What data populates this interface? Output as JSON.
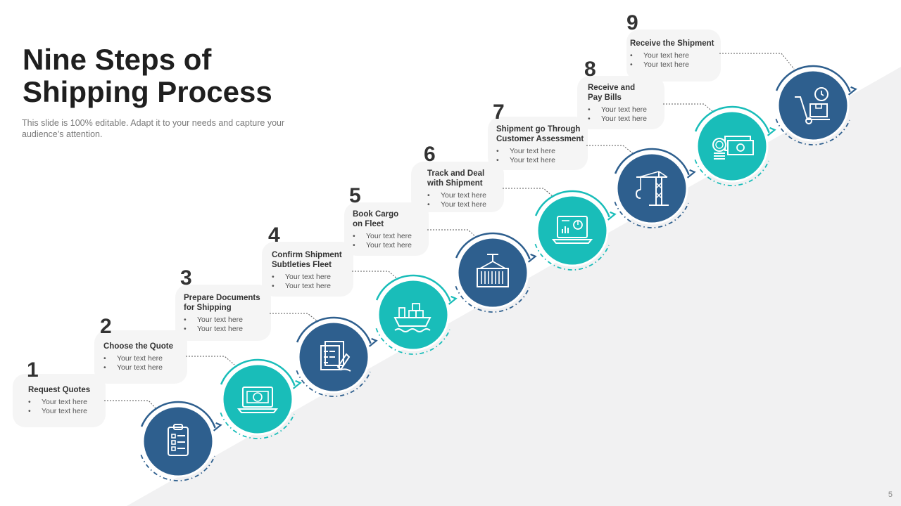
{
  "slide": {
    "title_line1": "Nine Steps of",
    "title_line2": "Shipping Process",
    "subtitle": "This slide is 100% editable. Adapt it to your needs and capture your audience’s attention.",
    "page_number": "5"
  },
  "colors": {
    "navy": "#2E5F8E",
    "teal": "#19BDB9",
    "background_band": "#F1F1F2",
    "card": "#F5F5F5"
  },
  "steps": [
    {
      "number": "1",
      "title": "Request Quotes",
      "bullets": [
        "Your text here",
        "Your text here"
      ],
      "icon": "clipboard-checklist-icon",
      "color": "navy"
    },
    {
      "number": "2",
      "title": "Choose the Quote",
      "bullets": [
        "Your text here",
        "Your text here"
      ],
      "icon": "laptop-cash-icon",
      "color": "teal"
    },
    {
      "number": "3",
      "title": "Prepare Documents\nfor Shipping",
      "bullets": [
        "Your text here",
        "Your text here"
      ],
      "icon": "documents-signing-icon",
      "color": "navy"
    },
    {
      "number": "4",
      "title": "Confirm Shipment\nSubtleties Fleet",
      "bullets": [
        "Your text here",
        "Your text here"
      ],
      "icon": "cargo-ship-icon",
      "color": "teal"
    },
    {
      "number": "5",
      "title": "Book Cargo\non Fleet",
      "bullets": [
        "Your text here",
        "Your text here"
      ],
      "icon": "container-crane-icon",
      "color": "navy"
    },
    {
      "number": "6",
      "title": "Track and Deal\nwith Shipment",
      "bullets": [
        "Your text here",
        "Your text here"
      ],
      "icon": "laptop-analytics-icon",
      "color": "teal"
    },
    {
      "number": "7",
      "title": "Shipment go Through\nCustomer Assessment",
      "bullets": [
        "Your text here",
        "Your text here"
      ],
      "icon": "port-crane-icon",
      "color": "navy"
    },
    {
      "number": "8",
      "title": "Receive and\nPay Bills",
      "bullets": [
        "Your text here",
        "Your text here"
      ],
      "icon": "money-coins-icon",
      "color": "teal"
    },
    {
      "number": "9",
      "title": "Receive the Shipment",
      "bullets": [
        "Your text here",
        "Your text here"
      ],
      "icon": "hand-truck-icon",
      "color": "navy"
    }
  ]
}
